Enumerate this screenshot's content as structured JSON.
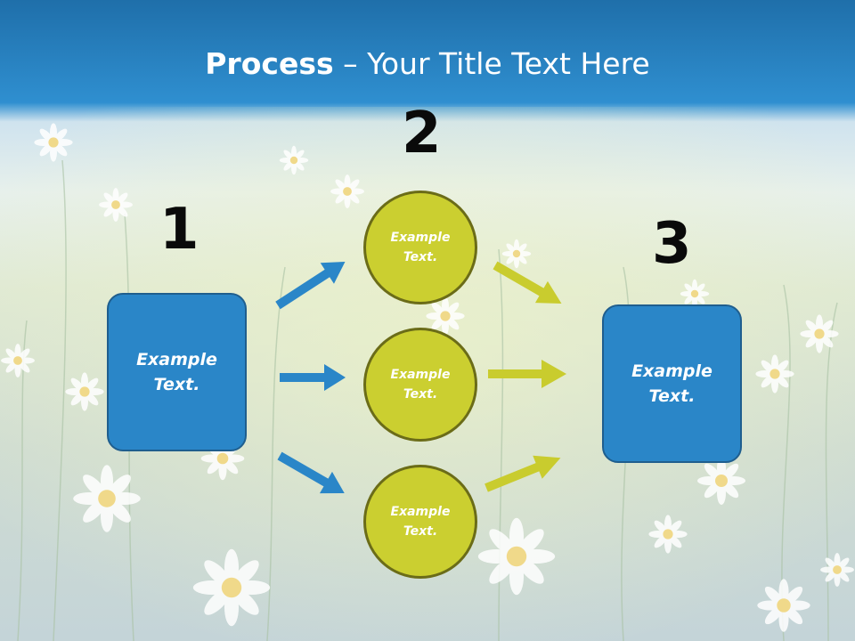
{
  "slide": {
    "title_bold": "Process",
    "title_rest": " – Your Title Text Here",
    "step_numbers": [
      "1",
      "2",
      "3"
    ],
    "left_box": {
      "line1": "Example",
      "line2": "Text."
    },
    "right_box": {
      "line1": "Example",
      "line2": "Text."
    },
    "circles": [
      {
        "line1": "Example",
        "line2": "Text."
      },
      {
        "line1": "Example",
        "line2": "Text."
      },
      {
        "line1": "Example",
        "line2": "Text."
      }
    ]
  },
  "colors": {
    "title_band": "#2a7fc0",
    "box_fill": "#2a86c8",
    "circle_fill": "#cbcf30",
    "blue_arrow": "#2a86c8",
    "yellow_arrow": "#c9cc2e"
  }
}
